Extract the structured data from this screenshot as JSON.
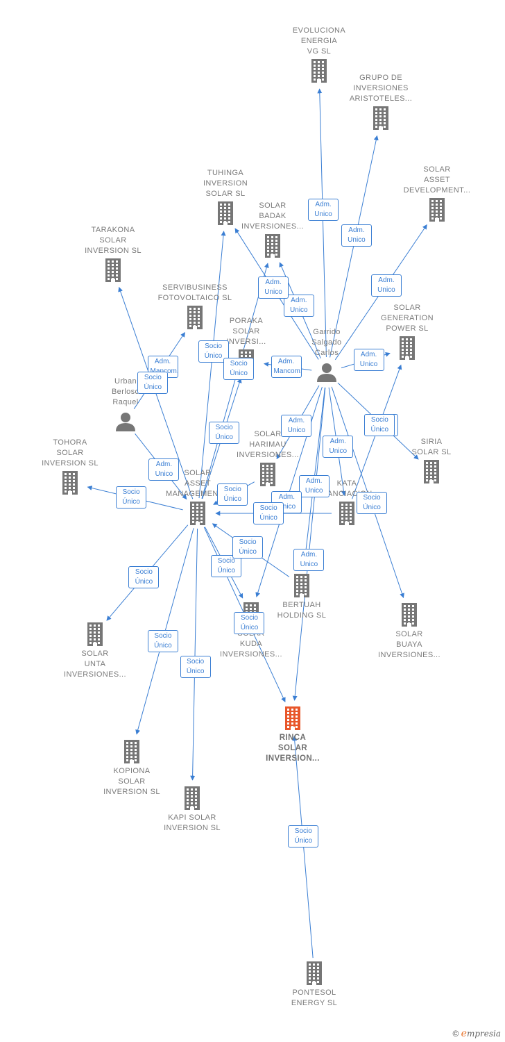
{
  "colors": {
    "edge": "#3a7ed3",
    "building": "#767676",
    "focus": "#e8562a",
    "person": "#767676"
  },
  "nodes": [
    {
      "id": "evoluciona",
      "label": "EVOLUCIONA\nENERGIA\nVG  SL",
      "icon": "building-icon"
    },
    {
      "id": "grupo",
      "label": "GRUPO DE\nINVERSIONES\nARISTOTELES...",
      "icon": "building-icon"
    },
    {
      "id": "solar_asset_dev",
      "label": "SOLAR\nASSET\nDEVELOPMENT...",
      "icon": "building-icon"
    },
    {
      "id": "tuhinga",
      "label": "TUHINGA\nINVERSION\nSOLAR  SL",
      "icon": "building-icon"
    },
    {
      "id": "badak",
      "label": "SOLAR\nBADAK\nINVERSIONES...",
      "icon": "building-icon"
    },
    {
      "id": "tarakona",
      "label": "TARAKONA\nSOLAR\nINVERSION  SL",
      "icon": "building-icon"
    },
    {
      "id": "servibusiness",
      "label": "SERVIBUSINESS\nFOTOVOLTAICO SL",
      "icon": "building-icon"
    },
    {
      "id": "poraka",
      "label": "PORAKA\nSOLAR\nINVERSI...",
      "icon": "building-icon"
    },
    {
      "id": "garrido",
      "label": "Garrido\nSalgado\nCarlos",
      "icon": "person-icon"
    },
    {
      "id": "generation",
      "label": "SOLAR\nGENERATION\nPOWER SL",
      "icon": "building-icon"
    },
    {
      "id": "urban",
      "label": "Urban\nBerloso\nRaquel",
      "icon": "person-icon"
    },
    {
      "id": "tohora",
      "label": "TOHORA\nSOLAR\nINVERSION  SL",
      "icon": "building-icon"
    },
    {
      "id": "solar_asset_mgmt",
      "label": "SOLAR\nASSET\nMANAGEMENT...",
      "icon": "building-icon"
    },
    {
      "id": "harimau",
      "label": "SOLAR\nHARIMAU\nINVERSIONES...",
      "icon": "building-icon"
    },
    {
      "id": "kata",
      "label": "KATA\nFINANCIACION...",
      "icon": "building-icon"
    },
    {
      "id": "siria",
      "label": "SIRIA\nSOLAR SL",
      "icon": "building-icon"
    },
    {
      "id": "bertuah",
      "label": "BERTUAH\nHOLDING  SL",
      "icon": "building-icon"
    },
    {
      "id": "buaya",
      "label": "SOLAR\nBUAYA\nINVERSIONES...",
      "icon": "building-icon"
    },
    {
      "id": "unta",
      "label": "SOLAR\nUNTA\nINVERSIONES...",
      "icon": "building-icon"
    },
    {
      "id": "kuda",
      "label": "SOLAR\nKUDA\nINVERSIONES...",
      "icon": "building-icon"
    },
    {
      "id": "rinca",
      "label": "RINCA\nSOLAR\nINVERSION...",
      "icon": "building-icon",
      "focus": true
    },
    {
      "id": "kopiona",
      "label": "KOPIONA\nSOLAR\nINVERSION  SL",
      "icon": "building-icon"
    },
    {
      "id": "kapi",
      "label": "KAPI SOLAR\nINVERSION  SL",
      "icon": "building-icon"
    },
    {
      "id": "pontesol",
      "label": "PONTESOL\nENERGY  SL",
      "icon": "building-icon"
    }
  ],
  "edges": [
    {
      "from": "garrido",
      "to": "evoluciona",
      "label": "Adm.\nUnico"
    },
    {
      "from": "garrido",
      "to": "grupo",
      "label": "Adm.\nUnico"
    },
    {
      "from": "garrido",
      "to": "solar_asset_dev",
      "label": "Adm.\nUnico"
    },
    {
      "from": "garrido",
      "to": "generation",
      "label": "Adm.\nUnico"
    },
    {
      "from": "garrido",
      "to": "badak",
      "label": "Adm.\nUnico"
    },
    {
      "from": "garrido",
      "to": "tuhinga",
      "label": "Adm.\nUnico"
    },
    {
      "from": "garrido",
      "to": "poraka",
      "label": "Adm.\nMancom."
    },
    {
      "from": "garrido",
      "to": "harimau",
      "label": "Adm.\nUnico"
    },
    {
      "from": "garrido",
      "to": "kata",
      "label": "Adm.\nUnico"
    },
    {
      "from": "garrido",
      "to": "siria",
      "label": "Socio\nÚnico"
    },
    {
      "from": "garrido",
      "to": "buaya",
      "label": "Socio\nÚnico"
    },
    {
      "from": "garrido",
      "to": "bertuah",
      "label": "Adm.\nUnico"
    },
    {
      "from": "garrido",
      "to": "kuda",
      "label": "Adm.\nUnico"
    },
    {
      "from": "garrido",
      "to": "rinca",
      "label": "Adm.\nUnico"
    },
    {
      "from": "urban",
      "to": "servibusiness",
      "label": "Adm.\nMancom."
    },
    {
      "from": "urban",
      "to": "solar_asset_mgmt",
      "label": "Adm.\nUnico"
    },
    {
      "from": "solar_asset_mgmt",
      "to": "tarakona",
      "label": "Socio\nÚnico"
    },
    {
      "from": "solar_asset_mgmt",
      "to": "tuhinga",
      "label": "Socio\nÚnico"
    },
    {
      "from": "solar_asset_mgmt",
      "to": "badak",
      "label": "Socio\nÚnico"
    },
    {
      "from": "solar_asset_mgmt",
      "to": "poraka",
      "label": "Socio\nÚnico"
    },
    {
      "from": "solar_asset_mgmt",
      "to": "tohora",
      "label": "Socio\nÚnico"
    },
    {
      "from": "solar_asset_mgmt",
      "to": "unta",
      "label": "Socio\nÚnico"
    },
    {
      "from": "solar_asset_mgmt",
      "to": "kopiona",
      "label": "Socio\nÚnico"
    },
    {
      "from": "solar_asset_mgmt",
      "to": "kapi",
      "label": "Socio\nÚnico"
    },
    {
      "from": "solar_asset_mgmt",
      "to": "kuda",
      "label": "Socio\nÚnico"
    },
    {
      "from": "solar_asset_mgmt",
      "to": "rinca",
      "label": "Socio\nÚnico"
    },
    {
      "from": "harimau",
      "to": "solar_asset_mgmt",
      "label": "Socio\nÚnico"
    },
    {
      "from": "kata",
      "to": "solar_asset_mgmt",
      "label": "Socio\nÚnico"
    },
    {
      "from": "kata",
      "to": "generation",
      "label": "Socio\nÚnico"
    },
    {
      "from": "bertuah",
      "to": "solar_asset_mgmt",
      "label": "Socio\nÚnico"
    },
    {
      "from": "pontesol",
      "to": "rinca",
      "label": "Socio\nÚnico"
    }
  ],
  "brand": {
    "symbol": "©",
    "initial": "e",
    "rest": "mpresia"
  }
}
